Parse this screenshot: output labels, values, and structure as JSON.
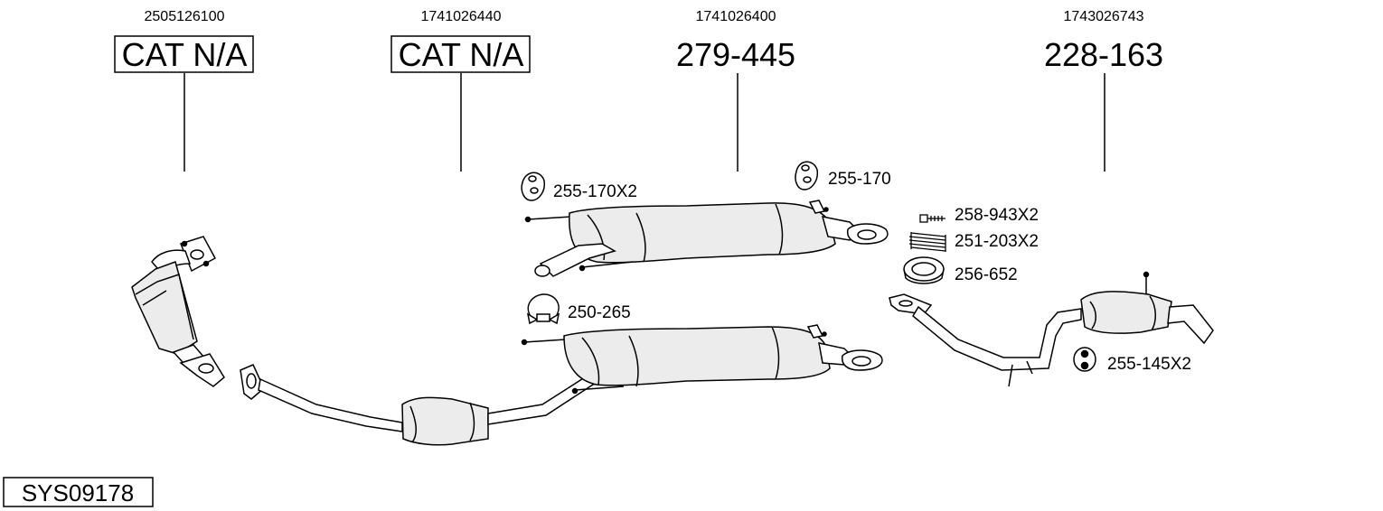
{
  "columns": [
    {
      "ref": "2505126100",
      "code": "CAT N/A",
      "boxed": true
    },
    {
      "ref": "1741026440",
      "code": "CAT N/A",
      "boxed": true
    },
    {
      "ref": "1741026400",
      "code": "279-445",
      "boxed": false
    },
    {
      "ref": "1743026743",
      "code": "228-163",
      "boxed": false
    }
  ],
  "parts": {
    "hanger_pair_top": "255-170X2",
    "hanger_single_top": "255-170",
    "bolt": "258-943X2",
    "spring": "251-203X2",
    "gasket_ring": "256-652",
    "clamp": "250-265",
    "rubber_mount": "255-145X2"
  },
  "system_id": "SYS09178"
}
